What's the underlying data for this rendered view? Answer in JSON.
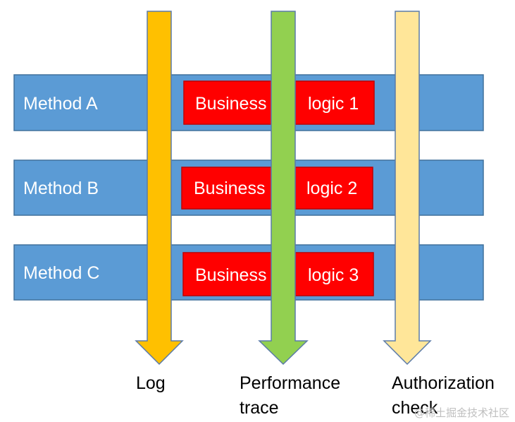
{
  "methods": [
    {
      "label": "Method A",
      "business_left": "Business",
      "business_right": "logic 1"
    },
    {
      "label": "Method B",
      "business_left": "Business",
      "business_right": "logic 2"
    },
    {
      "label": "Method C",
      "business_left": "Business",
      "business_right": "logic 3"
    }
  ],
  "aspects": [
    {
      "label_line1": "Log",
      "label_line2": "",
      "color": "#FFC000"
    },
    {
      "label_line1": "Performance",
      "label_line2": "trace",
      "color": "#92D050"
    },
    {
      "label_line1": "Authorization",
      "label_line2": "check",
      "color": "#FFE699"
    }
  ],
  "colors": {
    "method_bar": "#5B9BD5",
    "method_bar_border": "#41719C",
    "business_box": "#FF0000",
    "business_box_border": "#C00000",
    "arrow_border": "#5B7BA8"
  },
  "watermark": "@稀土掘金技术社区"
}
